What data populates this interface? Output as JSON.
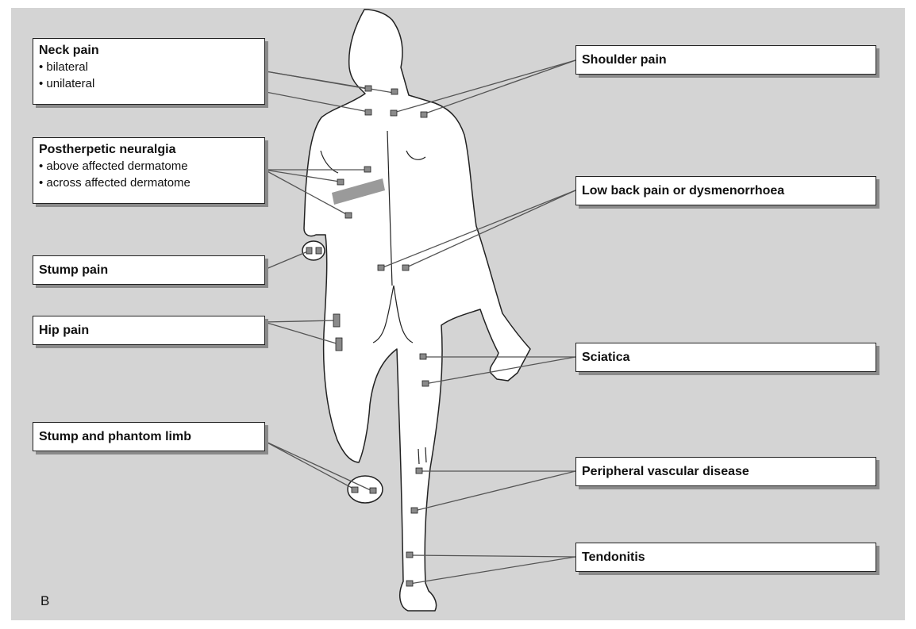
{
  "panel_letter": "B",
  "labels": {
    "neck_pain": {
      "title": "Neck pain",
      "items": [
        "• bilateral",
        "• unilateral"
      ]
    },
    "postherpetic": {
      "title": "Postherpetic neuralgia",
      "items": [
        "• above affected dermatome",
        "• across affected dermatome"
      ]
    },
    "stump_pain": {
      "title": "Stump pain"
    },
    "hip_pain": {
      "title": "Hip pain"
    },
    "stump_phantom": {
      "title": "Stump and phantom limb"
    },
    "shoulder_pain": {
      "title": "Shoulder pain"
    },
    "low_back": {
      "title": "Low back pain or dysmenorrhoea"
    },
    "sciatica": {
      "title": "Sciatica"
    },
    "peripheral_vascular": {
      "title": "Peripheral vascular disease"
    },
    "tendonitis": {
      "title": "Tendonitis"
    }
  },
  "colors": {
    "background": "#d4d4d4",
    "body_fill": "#ffffff",
    "outline": "#222222",
    "electrode": "#8a8a8a",
    "dermatome_band": "#9a9a9a"
  }
}
